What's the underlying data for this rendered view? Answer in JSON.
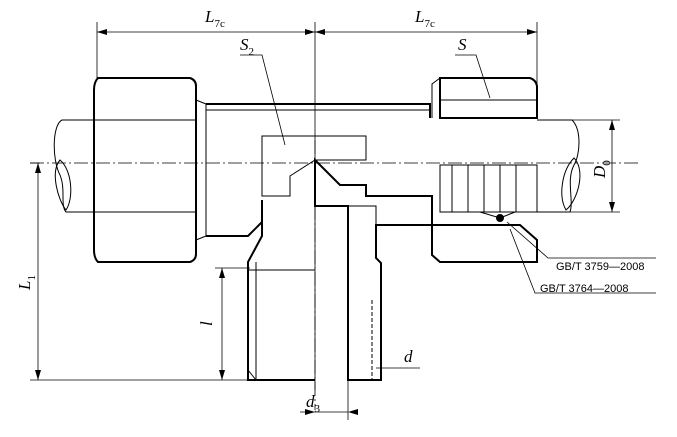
{
  "labels": {
    "l7c_left": {
      "main": "L",
      "sub": "7c"
    },
    "l7c_right": {
      "main": "L",
      "sub": "7c"
    },
    "s2": {
      "main": "S",
      "sub": "2"
    },
    "s": {
      "main": "S"
    },
    "d0": {
      "main": "D",
      "sub": "0"
    },
    "l1": {
      "main": "L",
      "sub": "1"
    },
    "l_small": {
      "main": "l"
    },
    "d": {
      "main": "d"
    },
    "d3": {
      "main": "d",
      "sub": "3"
    }
  },
  "standards": {
    "upper": "GB/T 3759—2008",
    "lower": "GB/T 3764—2008"
  }
}
